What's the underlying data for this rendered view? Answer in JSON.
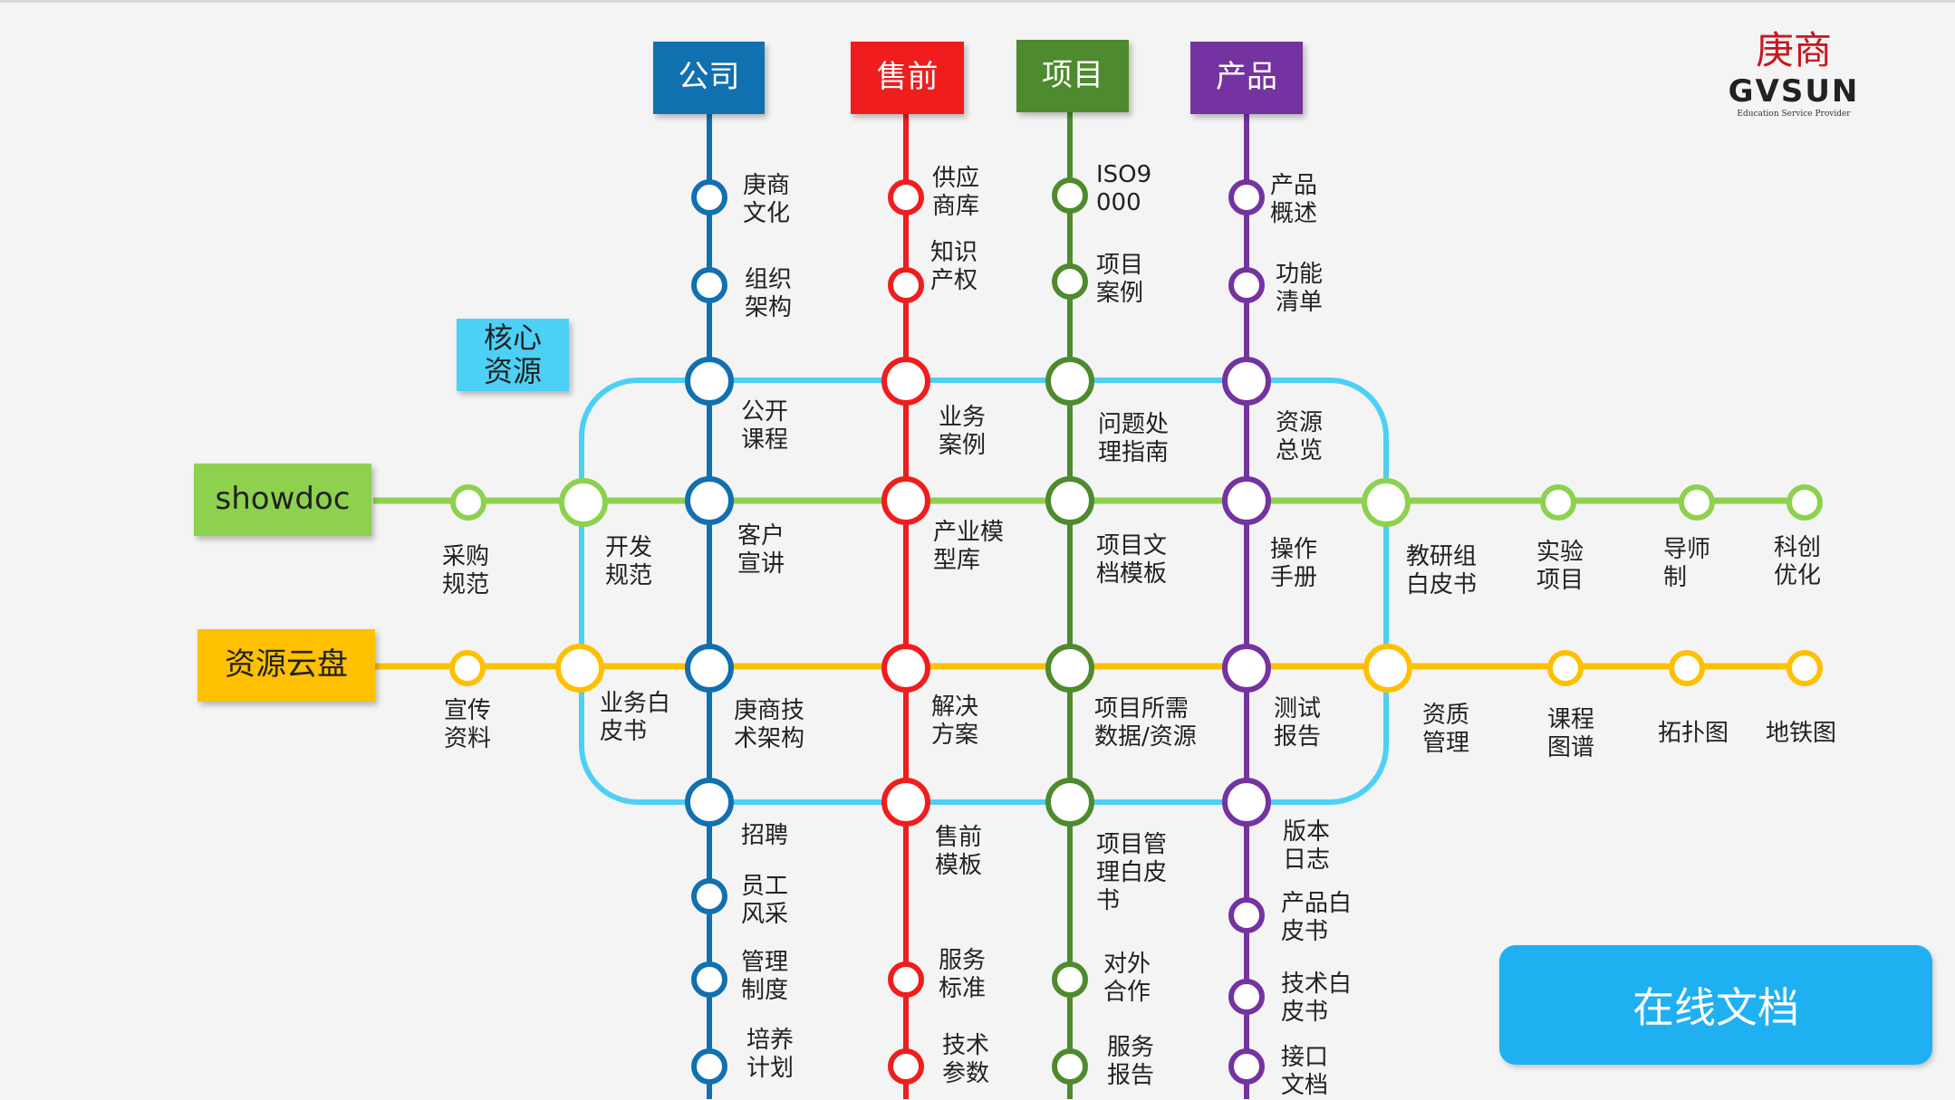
{
  "colors": {
    "company": "#1170b0",
    "presales": "#ef1d1d",
    "project": "#4e8a2e",
    "product": "#7433a0",
    "showdoc": "#8dd14f",
    "cloud": "#ffc000",
    "core": "#4dd0f5",
    "online": "#1fb0f2"
  },
  "logo": {
    "cn": "庚商",
    "en": "GVSUN",
    "tagline": "Education Service Provider"
  },
  "core_label": "核心\n资源",
  "online_doc_button": "在线文档",
  "lines": {
    "company": "公司",
    "presales": "售前",
    "project": "项目",
    "product": "产品",
    "showdoc": "showdoc",
    "cloud": "资源云盘"
  },
  "stations": {
    "company": [
      "庚商\n文化",
      "组织\n架构",
      "公开\n课程",
      "客户\n宣讲",
      "庚商技\n术架构",
      "招聘",
      "员工\n风采",
      "管理\n制度",
      "培养\n计划"
    ],
    "presales": [
      "供应\n商库",
      "知识\n产权",
      "业务\n案例",
      "产业模\n型库",
      "解决\n方案",
      "售前\n模板",
      "服务\n标准",
      "技术\n参数"
    ],
    "project": [
      "ISO9\n000",
      "项目\n案例",
      "问题处\n理指南",
      "项目文\n档模板",
      "项目所需\n数据/资源",
      "项目管\n理白皮\n书",
      "对外\n合作",
      "服务\n报告"
    ],
    "product": [
      "产品\n概述",
      "功能\n清单",
      "资源\n总览",
      "操作\n手册",
      "测试\n报告",
      "版本\n日志",
      "产品白\n皮书",
      "技术白\n皮书",
      "接口\n文档"
    ],
    "showdoc": [
      "采购\n规范",
      "开发\n规范",
      "教研组\n白皮书",
      "实验\n项目",
      "导师\n制",
      "科创\n优化"
    ],
    "cloud": [
      "宣传\n资料",
      "业务白\n皮书",
      "资质\n管理",
      "课程\n图谱",
      "拓扑图",
      "地铁图"
    ]
  }
}
